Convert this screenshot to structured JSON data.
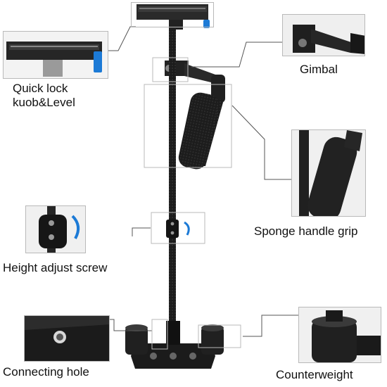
{
  "labels": {
    "quick_lock_line1": "Quick lock",
    "quick_lock_line2": "kuob&Level",
    "gimbal": "Gimbal",
    "sponge_handle_grip": "Sponge handle grip",
    "height_adjust_screw": "Height adjust screw",
    "connecting_hole": "Connecting hole",
    "counterweight": "Counterweight"
  },
  "colors": {
    "carbon": "#1c1c1c",
    "blue_knob": "#1c7ad6",
    "leader_line": "#555555",
    "thumb_border": "#b9b9b9"
  }
}
